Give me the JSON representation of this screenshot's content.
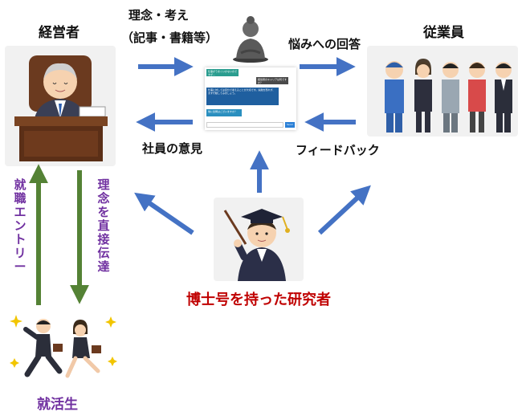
{
  "labels": {
    "manager": "経営者",
    "employees": "従業員",
    "philosophy_line1": "理念・考え",
    "philosophy_line2": "（記事・書籍等）",
    "answers": "悩みへの回答",
    "employee_opinion": "社員の意見",
    "feedback": "フィードバック",
    "job_entry": "就職エントリー",
    "direct_philosophy": "理念を直接伝達",
    "researcher": "博士号を持った研究者",
    "job_seekers": "就活生"
  },
  "chat": {
    "bubbles": [
      "仕事がうまくいかないのですが…",
      "経営者のキャリアは何ですか？",
      "仕事に対しては自分で考えることが大切です。失敗を恐れず、まず行動してみましょう。",
      "他に質問はございますか？"
    ],
    "send_label": "Send"
  },
  "colors": {
    "arrow_blue": "#4472c4",
    "arrow_green": "#548235",
    "purple_text": "#7030a0",
    "red_text": "#c00000"
  },
  "icons": {
    "manager": "manager-at-desk-illustration",
    "employees": "employees-group-illustration",
    "statue": "buddha-statue-icon",
    "researcher": "graduate-researcher-illustration",
    "job_seekers": "running-job-seekers-illustration"
  }
}
